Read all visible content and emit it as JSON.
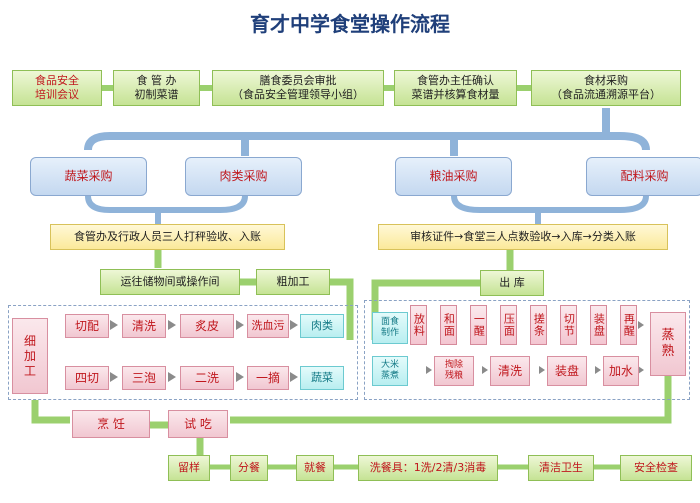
{
  "title": "育才中学食堂操作流程",
  "top_row": [
    "食品安全\n培训会议",
    "食 管 办\n初制菜谱",
    "膳食委员会审批\n（食品安全管理领导小组）",
    "食管办主任确认\n菜谱并核算食材量",
    "食材采购\n（食品流通溯源平台）"
  ],
  "purchase": [
    "蔬菜采购",
    "肉类采购",
    "粮油采购",
    "配料采购"
  ],
  "inspect_left": "食管办及行政人员三人打秤验收、入账",
  "inspect_right": "审核证件→食堂三人点数验收→入库→分类入账",
  "transport": "运往储物间或操作间",
  "rough": "粗加工",
  "out_stock": "出 库",
  "fine_process": "细\n加\n工",
  "meat_chain": [
    "切配",
    "清洗",
    "炙皮",
    "洗血污",
    "肉类"
  ],
  "veg_chain": [
    "四切",
    "三泡",
    "二洗",
    "一摘",
    "蔬菜"
  ],
  "noodle_label": "面食\n制作",
  "noodle_steps": [
    "放料",
    "和面",
    "一醒",
    "压面",
    "搓条",
    "切节",
    "装盘",
    "再醒"
  ],
  "rice_label": "大米\n蒸煮",
  "rice_steps": [
    "掏除\n残粮",
    "清洗",
    "装盘",
    "加水"
  ],
  "steam": "蒸\n熟",
  "cook": "烹 饪",
  "taste": "试 吃",
  "bottom_row": [
    "留样",
    "分餐",
    "就餐",
    "洗餐具：1洗/2清/3消毒",
    "清洁卫生",
    "安全检查"
  ],
  "colors": {
    "red_text": "#c0171d",
    "green_arrow": "#92c76a",
    "blue_bracket": "#8fb3d9"
  }
}
